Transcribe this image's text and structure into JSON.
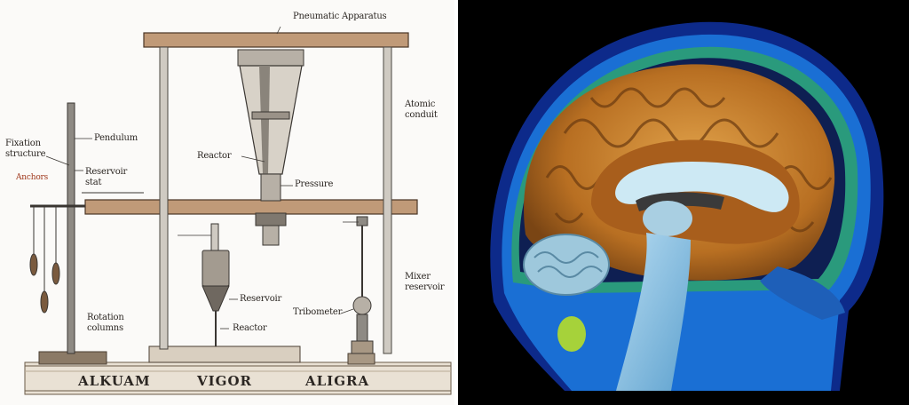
{
  "diagram": {
    "title": "Pneumatic Apparatus",
    "labels": {
      "side_left_1": "Fixation\nstructure",
      "side_left_red": "Anchors",
      "pendulum_label": "Pendulum",
      "bracket_label": "Reservoir\nstat",
      "funnel_label": "Reactor",
      "valve_label": "Pressure",
      "right_top": "Atomic\nconduit",
      "right_mid": "Mixer\nreservoir",
      "bottom_left": "Rotation\ncolumns",
      "vessel_label_1": "Reservoir",
      "vessel_label_2": "Reactor",
      "stand_label": "Tribometer"
    },
    "base_labels": [
      "ALKUAM",
      "VIGOR",
      "ALIGRA"
    ]
  },
  "image": {
    "description_icon": "brain-mri-sagittal"
  }
}
